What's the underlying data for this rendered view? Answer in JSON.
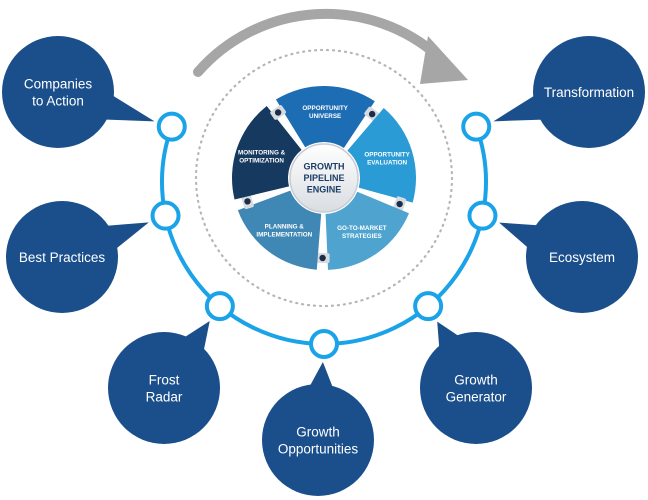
{
  "engine": {
    "center_label": [
      "GROWTH",
      "PIPELINE",
      "ENGINE"
    ],
    "segments": [
      {
        "label": [
          "OPPORTUNITY",
          "UNIVERSE"
        ],
        "color": "#1d6db5"
      },
      {
        "label": [
          "OPPORTUNITY",
          "EVALUATION"
        ],
        "color": "#2a9bd4"
      },
      {
        "label": [
          "GO-TO-MARKET",
          "STRATEGIES"
        ],
        "color": "#4fa3cf"
      },
      {
        "label": [
          "PLANNING &",
          "IMPLEMENTATION"
        ],
        "color": "#3f87b4"
      },
      {
        "label": [
          "MONITORING &",
          "OPTIMIZATION"
        ],
        "color": "#16395f"
      }
    ]
  },
  "satellites": [
    {
      "label": [
        "Companies",
        "to Action"
      ]
    },
    {
      "label": [
        "Best Practices"
      ]
    },
    {
      "label": [
        "Frost",
        "Radar"
      ]
    },
    {
      "label": [
        "Growth",
        "Opportunities"
      ]
    },
    {
      "label": [
        "Growth",
        "Generator"
      ]
    },
    {
      "label": [
        "Ecosystem"
      ]
    },
    {
      "label": [
        "Transformation"
      ]
    }
  ],
  "colors": {
    "satellite_fill": "#1b4f8c",
    "connector_ring": "#1aa3e8",
    "rotation_arrow": "#a6a6a6",
    "dotted_ring": "#b5b5b5"
  }
}
